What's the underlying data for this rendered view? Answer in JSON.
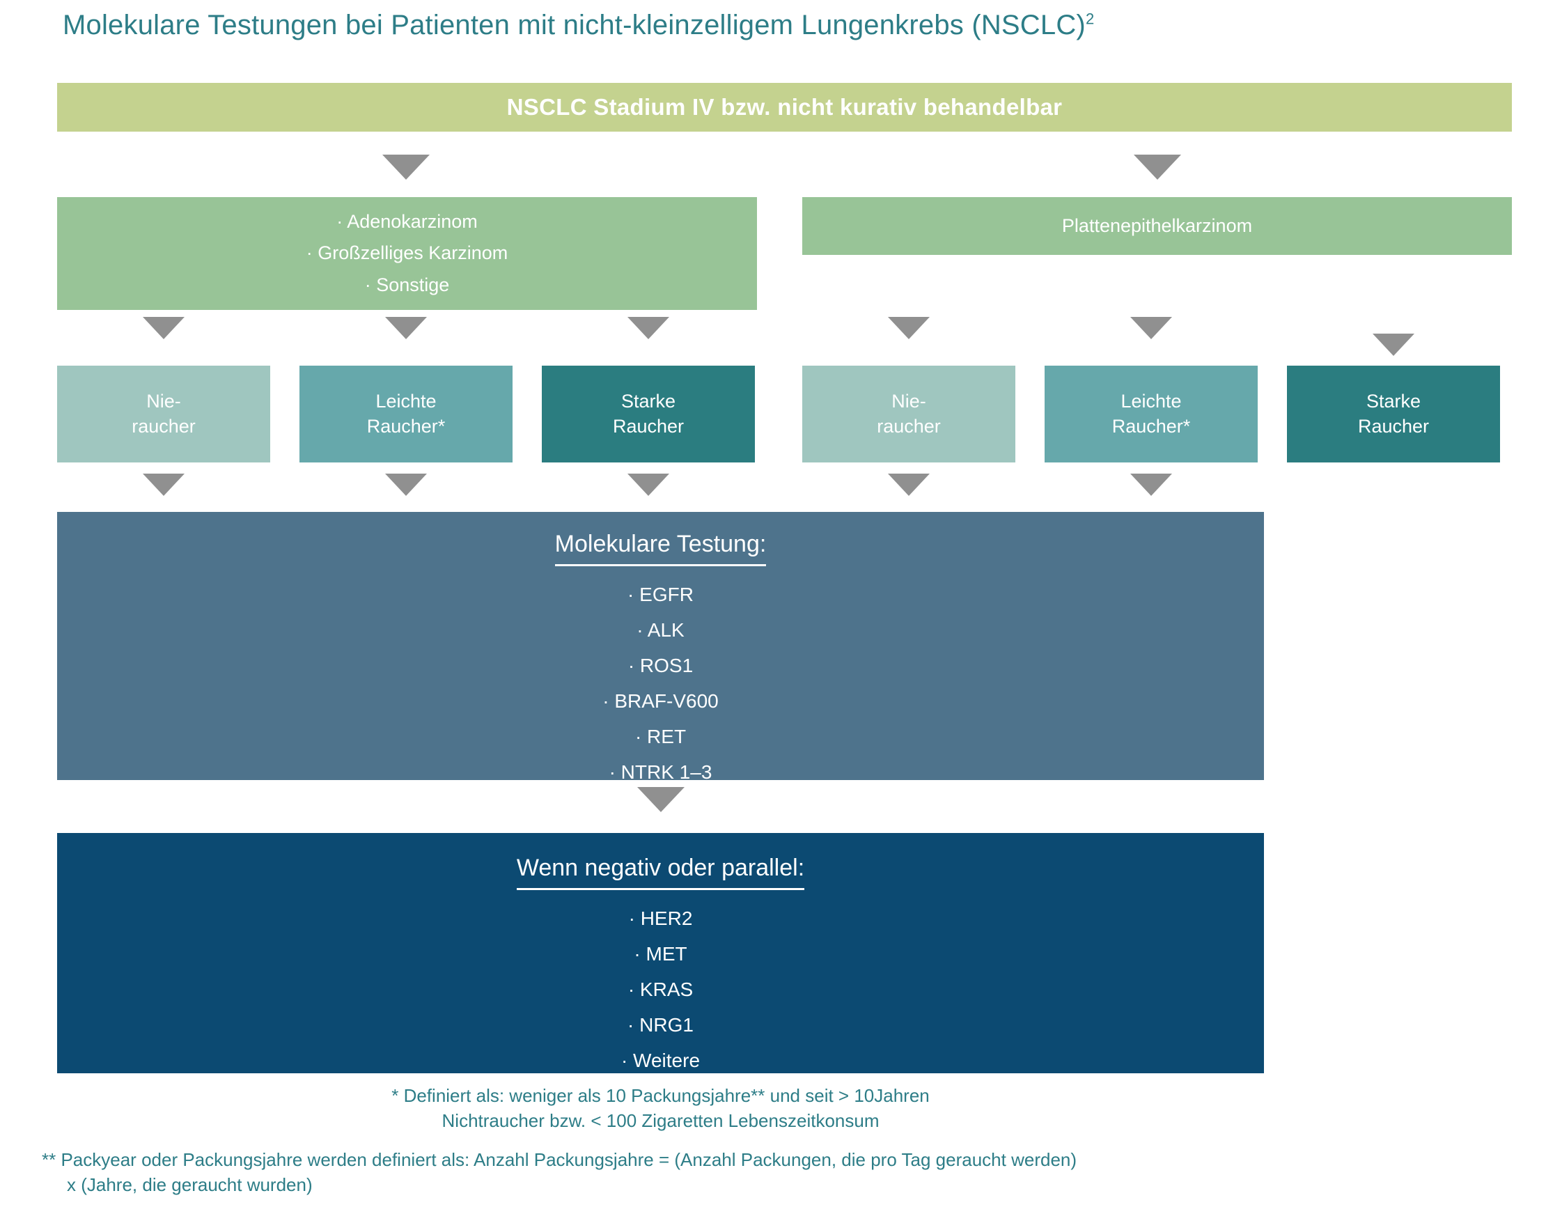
{
  "title": {
    "text": "Molekulare Testungen bei Patienten mit nicht-kleinzelligem Lungenkrebs (NSCLC)",
    "superscript": "2"
  },
  "colors": {
    "title_text": "#2d7d87",
    "tier1_bg": "#c4d28f",
    "tier2_bg": "#98c497",
    "never_smoker_bg": "#9fc6bf",
    "light_smoker_bg": "#66a8ab",
    "heavy_smoker_bg": "#2b7d80",
    "testing_bg": "#4e738c",
    "negative_bg": "#0c4a72",
    "arrow": "#909090",
    "box_text": "#ffffff"
  },
  "tier1": {
    "label": "NSCLC Stadium IV bzw. nicht kurativ behandelbar"
  },
  "tier2": {
    "left": {
      "items": [
        "· Adenokarzinom",
        "· Großzelliges Karzinom",
        "· Sonstige"
      ]
    },
    "right": {
      "label": "Plattenepithelkarzinom"
    }
  },
  "smoker_boxes": [
    {
      "line1": "Nie-",
      "line2": "raucher",
      "group": "adeno",
      "type": "never"
    },
    {
      "line1": "Leichte",
      "line2": "Raucher*",
      "group": "adeno",
      "type": "light"
    },
    {
      "line1": "Starke",
      "line2": "Raucher",
      "group": "adeno",
      "type": "heavy"
    },
    {
      "line1": "Nie-",
      "line2": "raucher",
      "group": "squamous",
      "type": "never"
    },
    {
      "line1": "Leichte",
      "line2": "Raucher*",
      "group": "squamous",
      "type": "light"
    },
    {
      "line1": "Starke",
      "line2": "Raucher",
      "group": "squamous",
      "type": "heavy"
    }
  ],
  "testing": {
    "heading": "Molekulare Testung:",
    "items": [
      "· EGFR",
      "· ALK",
      "· ROS1",
      "· BRAF-V600",
      "· RET",
      "· NTRK 1–3"
    ]
  },
  "negative": {
    "heading": "Wenn negativ oder parallel:",
    "items": [
      "· HER2",
      "· MET",
      "· KRAS",
      "· NRG1",
      "· Weitere"
    ]
  },
  "footnotes": {
    "one_line1": "* Definiert als: weniger als 10 Packungsjahre** und seit > 10Jahren",
    "one_line2": "Nichtraucher bzw. < 100 Zigaretten Lebenszeitkonsum",
    "two_line1": "** Packyear oder Packungsjahre werden definiert als: Anzahl Packungsjahre = (Anzahl Packungen, die pro Tag geraucht werden)",
    "two_line2": "x (Jahre, die geraucht wurden)"
  }
}
